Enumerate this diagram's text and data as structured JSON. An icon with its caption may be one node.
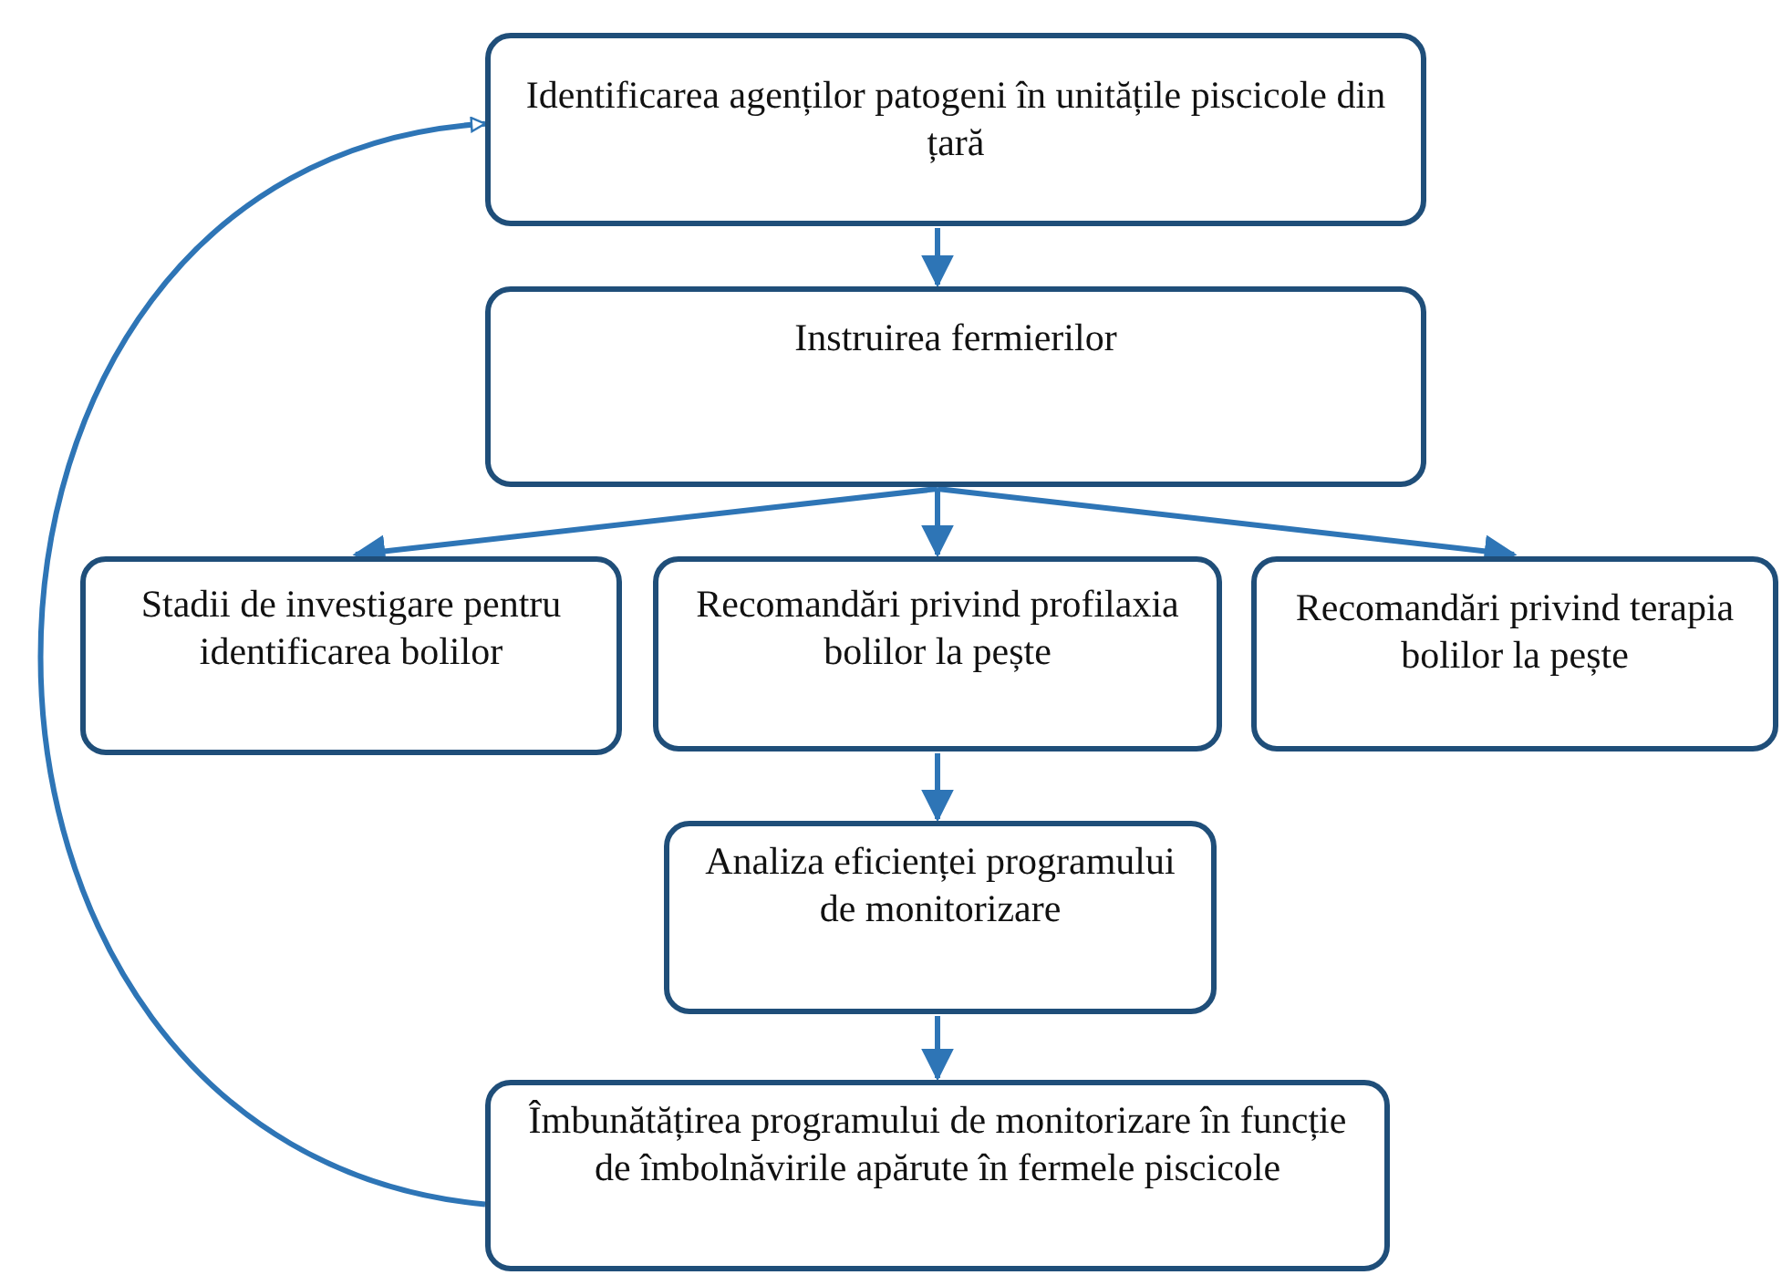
{
  "diagram": {
    "nodes": [
      {
        "text": [
          "Identificarea agenților patogeni în unitățile piscicole din țară"
        ]
      },
      {
        "text": [
          "Instruirea fermierilor"
        ]
      },
      {
        "text": [
          "Stadii de investigare pentru identificarea bolilor"
        ]
      },
      {
        "text": [
          "Recomandări privind profilaxia bolilor la pește"
        ]
      },
      {
        "text": [
          "Recomandări privind terapia bolilor la pește"
        ]
      },
      {
        "text": [
          "Analiza eficienței programului de monitorizare"
        ]
      },
      {
        "text": [
          "Îmbunătățirea programului de monitorizare în funcție de îmbolnăvirile apărute în fermele piscicole"
        ]
      }
    ],
    "edges": [
      {
        "from": 0,
        "to": 1,
        "arrow": "to"
      },
      {
        "from": 1,
        "to": 2,
        "arrow": "to"
      },
      {
        "from": 1,
        "to": 3,
        "arrow": "to"
      },
      {
        "from": 1,
        "to": 4,
        "arrow": "to"
      },
      {
        "from": 3,
        "to": 5,
        "arrow": "to"
      },
      {
        "from": 5,
        "to": 6,
        "arrow": "to"
      },
      {
        "from": 6,
        "to": 0,
        "arrow": "to"
      }
    ]
  }
}
